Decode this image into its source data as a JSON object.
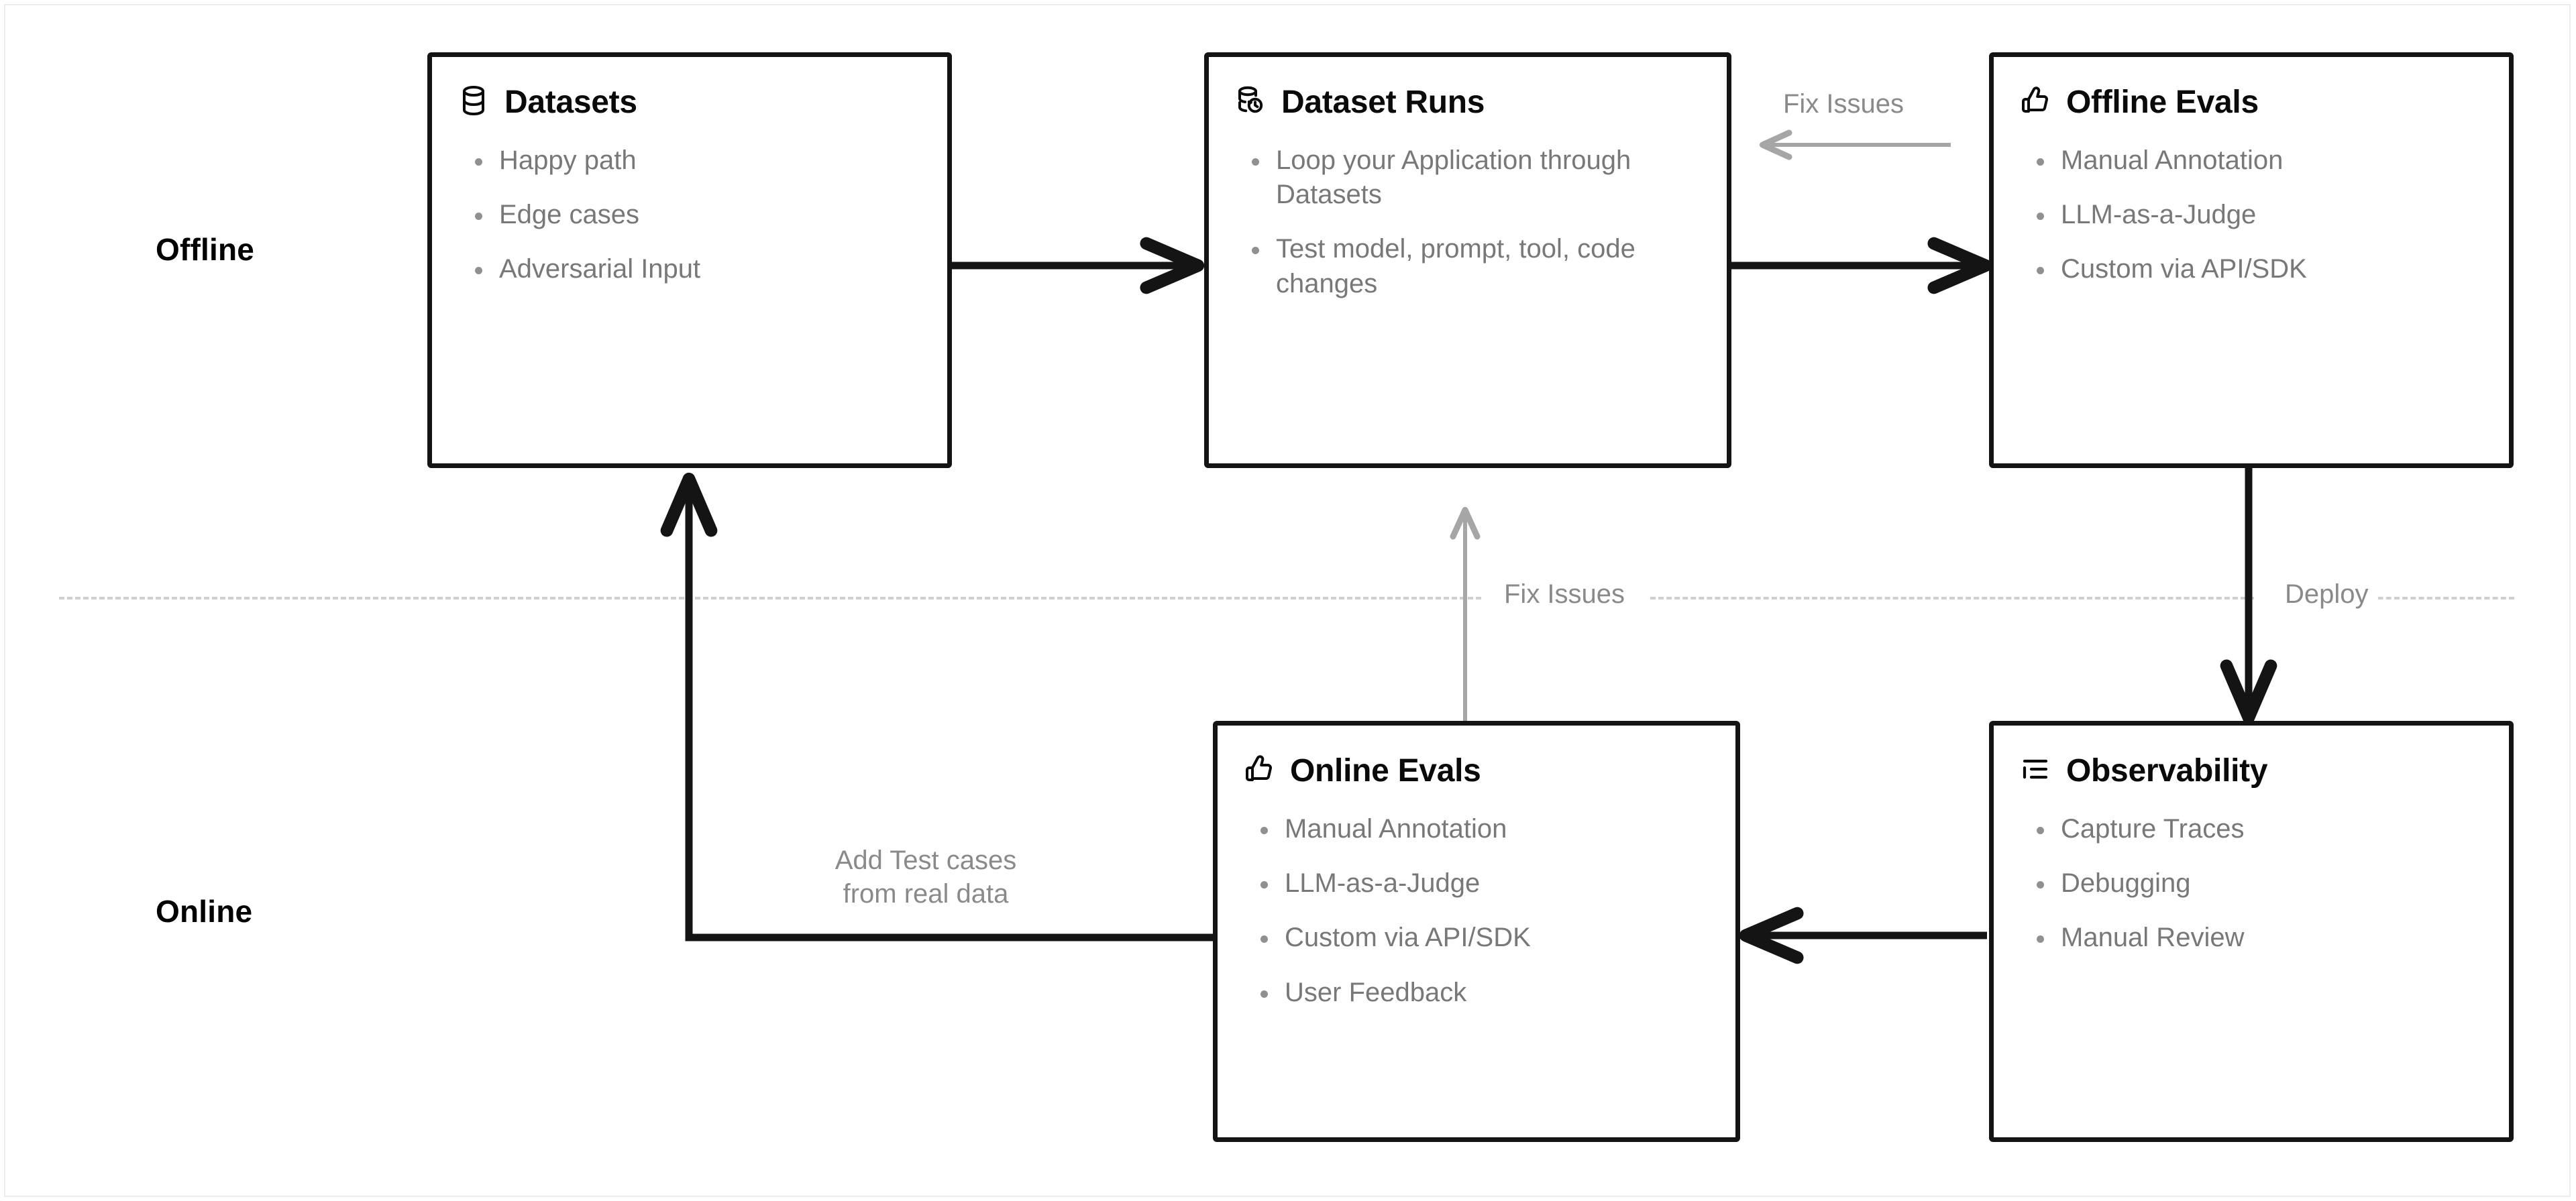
{
  "diagram": {
    "lanes": [
      {
        "id": "offline",
        "label": "Offline"
      },
      {
        "id": "online",
        "label": "Online"
      }
    ],
    "divider": {
      "left_label": "Fix Issues",
      "right_label": "Deploy"
    },
    "nodes": [
      {
        "id": "datasets",
        "title": "Datasets",
        "icon": "database-icon",
        "bullets": [
          "Happy path",
          "Edge cases",
          "Adversarial Input"
        ]
      },
      {
        "id": "dataset-runs",
        "title": "Dataset Runs",
        "icon": "database-refresh-icon",
        "bullets": [
          "Loop your Application through Datasets",
          "Test model, prompt, tool, code changes"
        ]
      },
      {
        "id": "offline-evals",
        "title": "Offline Evals",
        "icon": "thumbs-up-icon",
        "bullets": [
          "Manual Annotation",
          "LLM-as-a-Judge",
          "Custom via API/SDK"
        ]
      },
      {
        "id": "online-evals",
        "title": "Online Evals",
        "icon": "thumbs-up-icon",
        "bullets": [
          "Manual Annotation",
          "LLM-as-a-Judge",
          "Custom via API/SDK",
          "User Feedback"
        ]
      },
      {
        "id": "observability",
        "title": "Observability",
        "icon": "list-tree-icon",
        "bullets": [
          "Capture Traces",
          "Debugging",
          "Manual Review"
        ]
      }
    ],
    "edges": [
      {
        "id": "datasets-to-runs",
        "label": ""
      },
      {
        "id": "runs-to-offline-evals",
        "label": ""
      },
      {
        "id": "offline-evals-fix-issues",
        "label": "Fix Issues"
      },
      {
        "id": "offline-evals-to-observability",
        "label": "Deploy"
      },
      {
        "id": "observability-to-online-evals",
        "label": ""
      },
      {
        "id": "online-evals-to-datasets",
        "label": "Add Test cases\nfrom real data"
      },
      {
        "id": "online-evals-to-runs",
        "label": "Fix Issues"
      }
    ],
    "edge_labels": {
      "fix_issues_top": "Fix Issues",
      "fix_issues_mid": "Fix Issues",
      "deploy": "Deploy",
      "add_test_cases_line1": "Add Test cases",
      "add_test_cases_line2": "from real data"
    },
    "colors": {
      "node_border": "#141414",
      "node_title": "#0a0a0a",
      "bullet_text": "#787878",
      "muted_arrow": "#a6a6a6",
      "divider": "#cfcfcf",
      "background": "#ffffff"
    }
  }
}
